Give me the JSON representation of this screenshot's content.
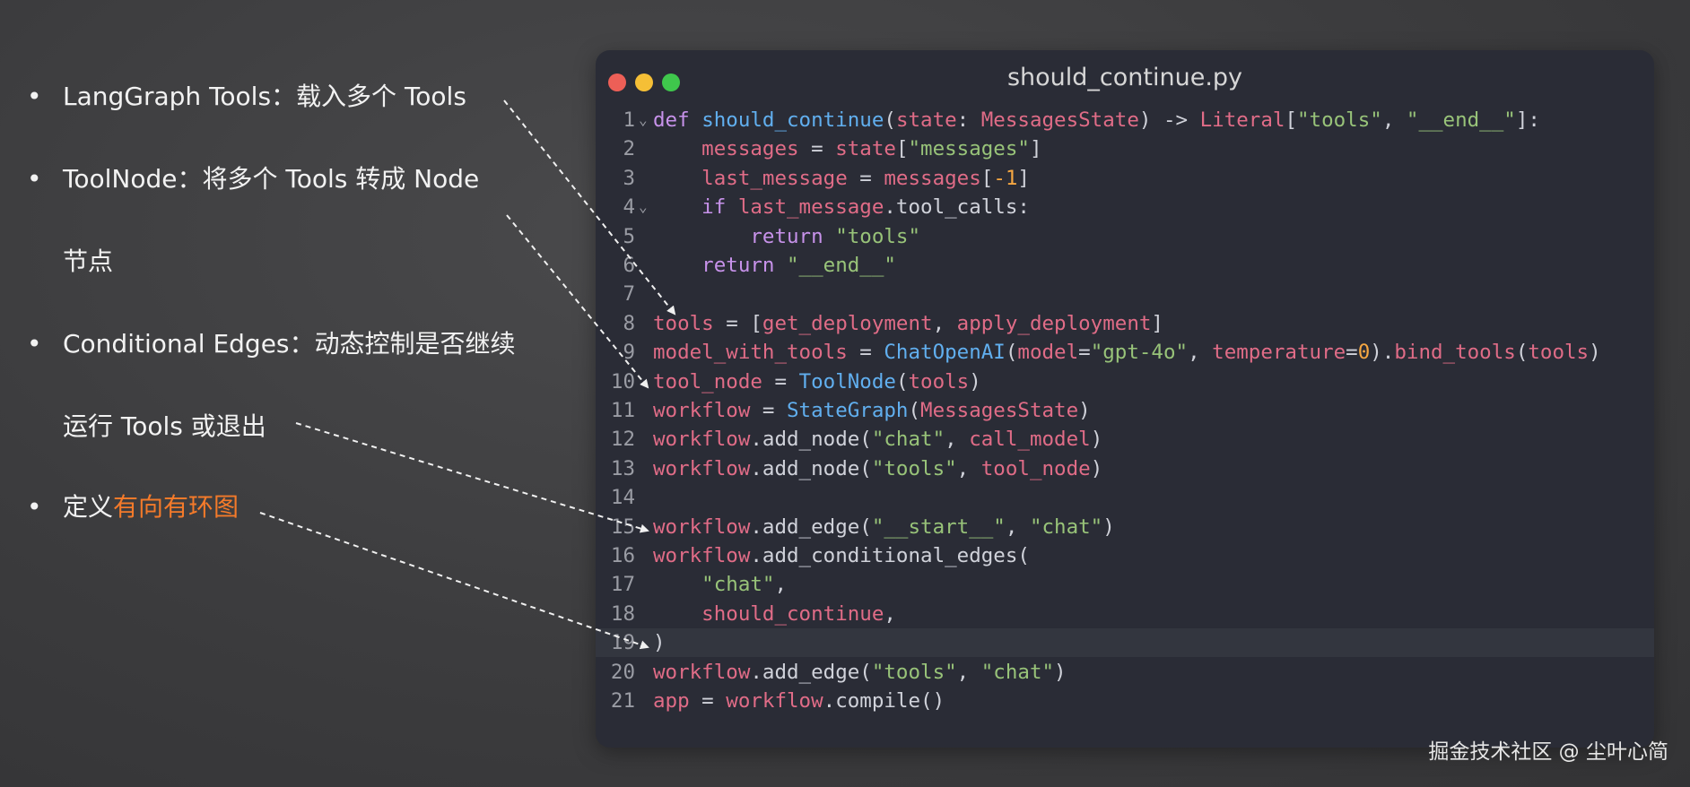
{
  "bullets": [
    {
      "lines": [
        "LangGraph Tools：载入多个 Tools"
      ]
    },
    {
      "lines": [
        "ToolNode：将多个 Tools 转成 Node",
        "节点"
      ]
    },
    {
      "lines": [
        "Conditional Edges：动态控制是否继续",
        "运行 Tools 或退出"
      ]
    },
    {
      "lines": [
        "定义"
      ],
      "highlight": "有向有环图"
    }
  ],
  "bullet_symbol": "•",
  "colors": {
    "highlight": "#f47a2a",
    "window_bg": "#2a2c36",
    "keyword": "#c792ea",
    "function": "#61afef",
    "variable": "#e06c87",
    "string": "#98c379",
    "number": "#f5a742"
  },
  "window": {
    "title": "should_continue.py",
    "controls": [
      "close",
      "minimize",
      "maximize"
    ],
    "active_line": 19
  },
  "code_lines": [
    {
      "n": "1",
      "fold": true,
      "tokens": [
        [
          "kw",
          "def "
        ],
        [
          "fn",
          "should_continue"
        ],
        [
          "pl",
          "("
        ],
        [
          "var",
          "state"
        ],
        [
          "pl",
          ": "
        ],
        [
          "var",
          "MessagesState"
        ],
        [
          "pl",
          ") -> "
        ],
        [
          "var",
          "Literal"
        ],
        [
          "pl",
          "["
        ],
        [
          "str",
          "\"tools\""
        ],
        [
          "pl",
          ", "
        ],
        [
          "str",
          "\"__end__\""
        ],
        [
          "pl",
          "]:"
        ]
      ]
    },
    {
      "n": "2",
      "tokens": [
        [
          "var",
          "    messages"
        ],
        [
          "pl",
          " = "
        ],
        [
          "var",
          "state"
        ],
        [
          "pl",
          "["
        ],
        [
          "str",
          "\"messages\""
        ],
        [
          "pl",
          "]"
        ]
      ]
    },
    {
      "n": "3",
      "tokens": [
        [
          "var",
          "    last_message"
        ],
        [
          "pl",
          " = "
        ],
        [
          "var",
          "messages"
        ],
        [
          "pl",
          "["
        ],
        [
          "num",
          "-1"
        ],
        [
          "pl",
          "]"
        ]
      ]
    },
    {
      "n": "4",
      "fold": true,
      "tokens": [
        [
          "kw",
          "    if "
        ],
        [
          "var",
          "last_message"
        ],
        [
          "pl",
          ".tool_calls:"
        ]
      ]
    },
    {
      "n": "5",
      "tokens": [
        [
          "kw",
          "        return "
        ],
        [
          "str",
          "\"tools\""
        ]
      ]
    },
    {
      "n": "6",
      "tokens": [
        [
          "kw",
          "    return "
        ],
        [
          "str",
          "\"__end__\""
        ]
      ]
    },
    {
      "n": "7",
      "tokens": []
    },
    {
      "n": "8",
      "tokens": [
        [
          "var",
          "tools"
        ],
        [
          "pl",
          " = ["
        ],
        [
          "var",
          "get_deployment"
        ],
        [
          "pl",
          ", "
        ],
        [
          "var",
          "apply_deployment"
        ],
        [
          "pl",
          "]"
        ]
      ]
    },
    {
      "n": "9",
      "tokens": [
        [
          "var",
          "model_with_tools"
        ],
        [
          "pl",
          " = "
        ],
        [
          "fn",
          "ChatOpenAI"
        ],
        [
          "pl",
          "("
        ],
        [
          "var",
          "model"
        ],
        [
          "pl",
          "="
        ],
        [
          "str",
          "\"gpt-4o\""
        ],
        [
          "pl",
          ", "
        ],
        [
          "var",
          "temperature"
        ],
        [
          "pl",
          "="
        ],
        [
          "num",
          "0"
        ],
        [
          "pl",
          ")."
        ],
        [
          "var",
          "bind_tools"
        ],
        [
          "pl",
          "("
        ],
        [
          "var",
          "tools"
        ],
        [
          "pl",
          ")"
        ]
      ]
    },
    {
      "n": "10",
      "tokens": [
        [
          "var",
          "tool_node"
        ],
        [
          "pl",
          " = "
        ],
        [
          "fn",
          "ToolNode"
        ],
        [
          "pl",
          "("
        ],
        [
          "var",
          "tools"
        ],
        [
          "pl",
          ")"
        ]
      ]
    },
    {
      "n": "11",
      "tokens": [
        [
          "var",
          "workflow"
        ],
        [
          "pl",
          " = "
        ],
        [
          "fn",
          "StateGraph"
        ],
        [
          "pl",
          "("
        ],
        [
          "var",
          "MessagesState"
        ],
        [
          "pl",
          ")"
        ]
      ]
    },
    {
      "n": "12",
      "tokens": [
        [
          "var",
          "workflow"
        ],
        [
          "pl",
          ".add_node("
        ],
        [
          "str",
          "\"chat\""
        ],
        [
          "pl",
          ", "
        ],
        [
          "var",
          "call_model"
        ],
        [
          "pl",
          ")"
        ]
      ]
    },
    {
      "n": "13",
      "tokens": [
        [
          "var",
          "workflow"
        ],
        [
          "pl",
          ".add_node("
        ],
        [
          "str",
          "\"tools\""
        ],
        [
          "pl",
          ", "
        ],
        [
          "var",
          "tool_node"
        ],
        [
          "pl",
          ")"
        ]
      ]
    },
    {
      "n": "14",
      "tokens": []
    },
    {
      "n": "15",
      "tokens": [
        [
          "var",
          "workflow"
        ],
        [
          "pl",
          ".add_edge("
        ],
        [
          "str",
          "\"__start__\""
        ],
        [
          "pl",
          ", "
        ],
        [
          "str",
          "\"chat\""
        ],
        [
          "pl",
          ")"
        ]
      ]
    },
    {
      "n": "16",
      "tokens": [
        [
          "var",
          "workflow"
        ],
        [
          "pl",
          ".add_conditional_edges("
        ]
      ]
    },
    {
      "n": "17",
      "tokens": [
        [
          "str",
          "    \"chat\""
        ],
        [
          "pl",
          ","
        ]
      ]
    },
    {
      "n": "18",
      "tokens": [
        [
          "var",
          "    should_continue"
        ],
        [
          "pl",
          ","
        ]
      ]
    },
    {
      "n": "19",
      "tokens": [
        [
          "pl",
          ")"
        ]
      ]
    },
    {
      "n": "20",
      "tokens": [
        [
          "var",
          "workflow"
        ],
        [
          "pl",
          ".add_edge("
        ],
        [
          "str",
          "\"tools\""
        ],
        [
          "pl",
          ", "
        ],
        [
          "str",
          "\"chat\""
        ],
        [
          "pl",
          ")"
        ]
      ]
    },
    {
      "n": "21",
      "tokens": [
        [
          "var",
          "app"
        ],
        [
          "pl",
          " = "
        ],
        [
          "var",
          "workflow"
        ],
        [
          "pl",
          ".compile()"
        ]
      ]
    }
  ],
  "watermark": "掘金技术社区 @ 尘叶心简"
}
